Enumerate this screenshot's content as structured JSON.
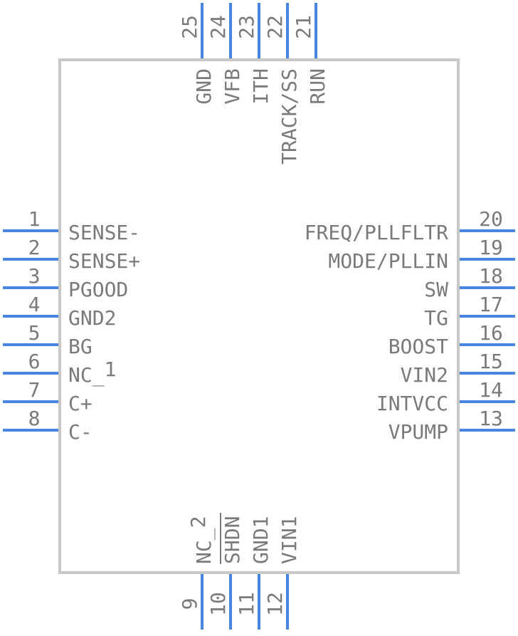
{
  "colors": {
    "pin": "#4a86e0",
    "body_outline": "#c8c8c8",
    "text": "#7a7a7a"
  },
  "pins": {
    "left": [
      {
        "num": "1",
        "name": "SENSE-"
      },
      {
        "num": "2",
        "name": "SENSE+"
      },
      {
        "num": "3",
        "name": "PGOOD"
      },
      {
        "num": "4",
        "name": "GND2"
      },
      {
        "num": "5",
        "name": "BG"
      },
      {
        "num": "6",
        "name": "NC_1"
      },
      {
        "num": "7",
        "name": "C+"
      },
      {
        "num": "8",
        "name": "C-"
      }
    ],
    "right": [
      {
        "num": "20",
        "name": "FREQ/PLLFLTR"
      },
      {
        "num": "19",
        "name": "MODE/PLLIN"
      },
      {
        "num": "18",
        "name": "SW"
      },
      {
        "num": "17",
        "name": "TG"
      },
      {
        "num": "16",
        "name": "BOOST"
      },
      {
        "num": "15",
        "name": "VIN2"
      },
      {
        "num": "14",
        "name": "INTVCC"
      },
      {
        "num": "13",
        "name": "VPUMP"
      }
    ],
    "top": [
      {
        "num": "25",
        "name": "GND"
      },
      {
        "num": "24",
        "name": "VFB"
      },
      {
        "num": "23",
        "name": "ITH"
      },
      {
        "num": "22",
        "name": "TRACK/SS"
      },
      {
        "num": "21",
        "name": "RUN"
      }
    ],
    "bottom": [
      {
        "num": "9",
        "name": "NC_2"
      },
      {
        "num": "10",
        "name": "SHDN"
      },
      {
        "num": "11",
        "name": "GND1"
      },
      {
        "num": "12",
        "name": "VIN1"
      }
    ]
  }
}
